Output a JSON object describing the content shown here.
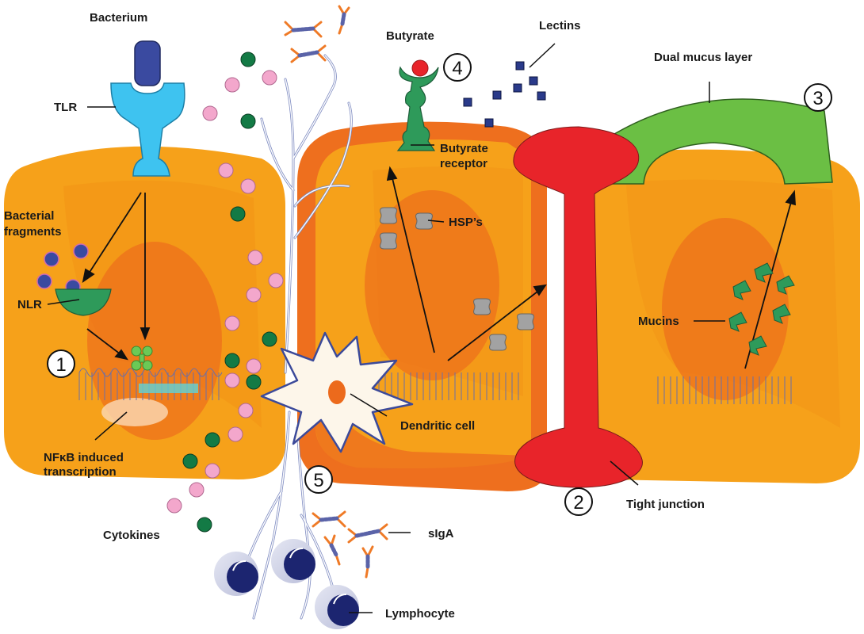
{
  "labels": {
    "bacterium": "Bacterium",
    "tlr": "TLR",
    "bacterial_fragments_1": "Bacterial",
    "bacterial_fragments_2": "fragments",
    "nlr": "NLR",
    "nfkb_1": "NFκB induced",
    "nfkb_2": "transcription",
    "cytokines": "Cytokines",
    "butyrate": "Butyrate",
    "butyrate_receptor_1": "Butyrate",
    "butyrate_receptor_2": "receptor",
    "hsps": "HSP’s",
    "lectins": "Lectins",
    "dual_mucus": "Dual mucus layer",
    "mucins": "Mucins",
    "dendritic": "Dendritic cell",
    "tight_junction": "Tight junction",
    "siga": "sIgA",
    "lymphocyte": "Lymphocyte"
  },
  "numbers": [
    "1",
    "2",
    "3",
    "4",
    "5"
  ],
  "colors": {
    "cell": "#f6a11a",
    "cell_dark": "#ec6a1c",
    "tlr": "#3ec3f0",
    "bacterium": "#3a4aa0",
    "nlr": "#2e9a5a",
    "tight_junction": "#e8242a",
    "mucus": "#6bbf44",
    "cytokine_pink": "#f3a7cc",
    "cytokine_green": "#137a45",
    "lymphocyte": "#1c2570",
    "siga": "#ef7a26"
  }
}
